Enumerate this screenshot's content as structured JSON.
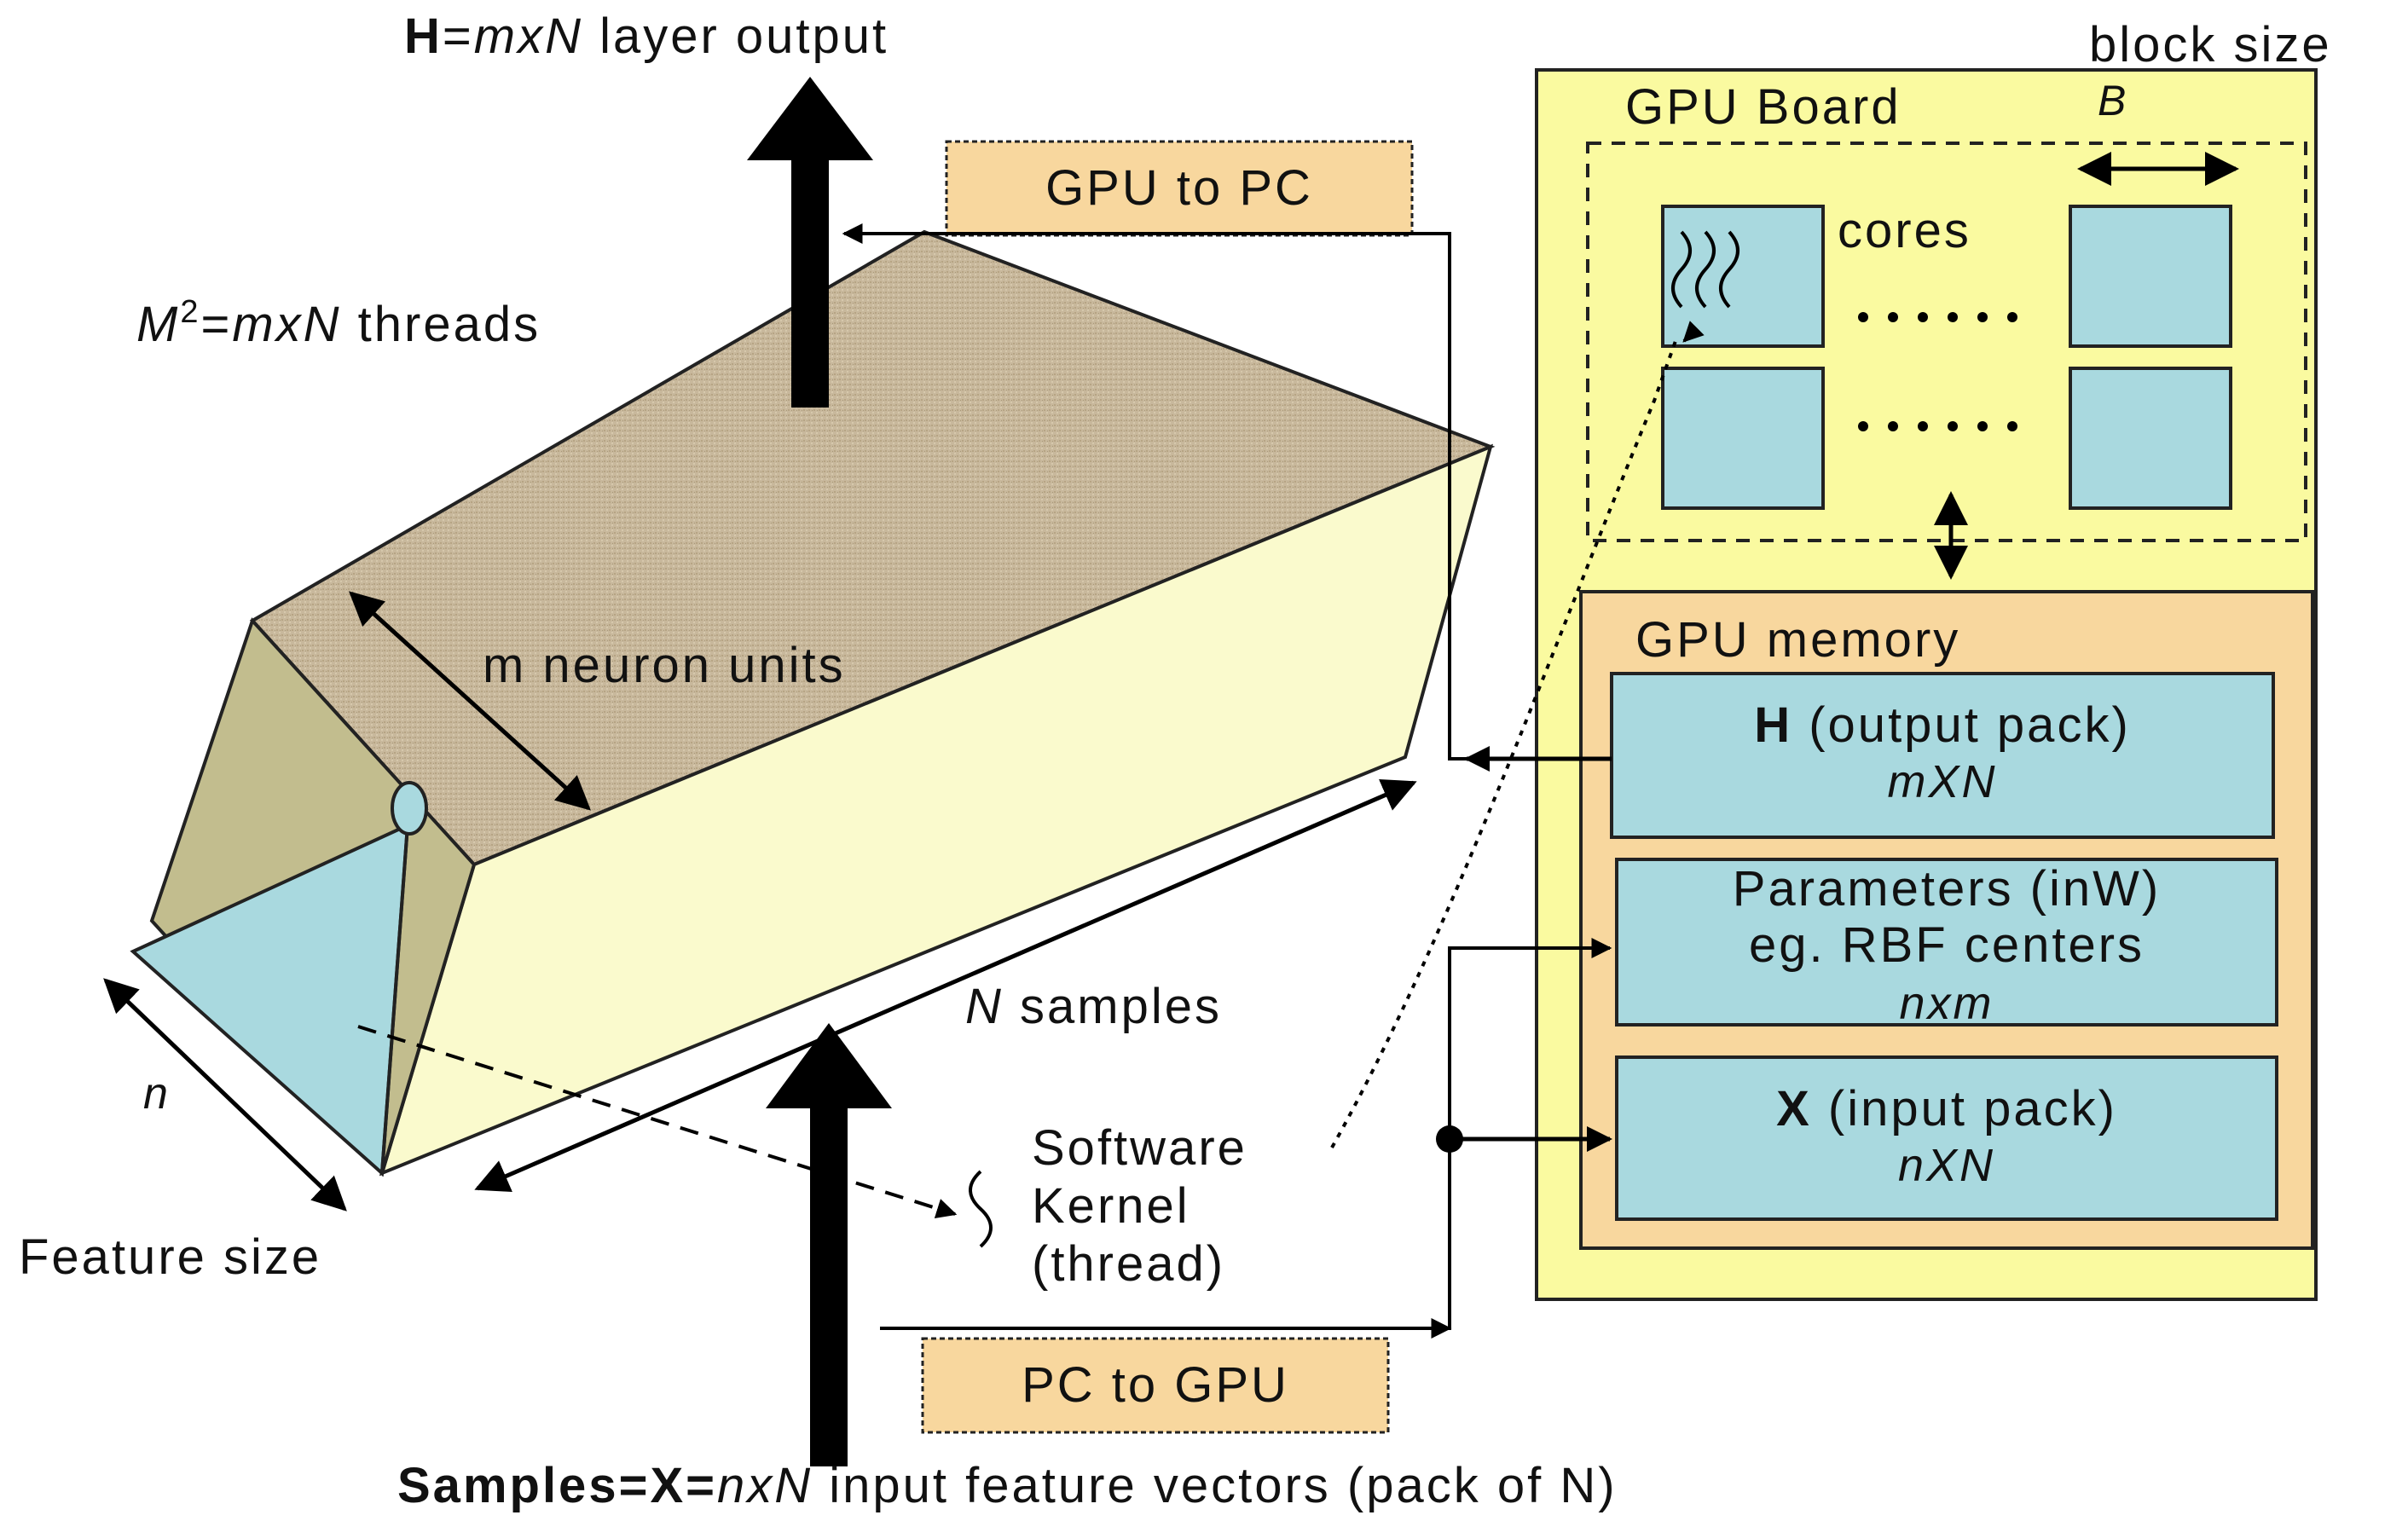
{
  "top_output": {
    "bold": "H",
    "rest": "=",
    "italic": "mxN",
    "suffix": " layer output"
  },
  "threads_label": {
    "italic_a": "M",
    "sup": "2",
    "eq": "=",
    "italic_b": "mxN",
    "suffix": " threads"
  },
  "gpu_to_pc": "GPU to PC",
  "pc_to_gpu": "PC to GPU",
  "block_size": "block size",
  "block_symbol": "B",
  "gpu_board": "GPU Board",
  "cores": "cores",
  "gpu_memory": "GPU memory",
  "memory_boxes": [
    {
      "bold": "H",
      "title": " (output pack)",
      "sub": "mXN"
    },
    {
      "bold": "",
      "title": "Parameters (inW)",
      "line2": "eg. RBF centers",
      "sub": "nxm"
    },
    {
      "bold": "X",
      "title": " (input pack)",
      "sub": "nXN"
    }
  ],
  "neuron_units": "m neuron units",
  "n_samples": {
    "italic": "N",
    "suffix": " samples"
  },
  "n_label": "n",
  "feature_size": "Feature size",
  "software_kernel": [
    "Software",
    "Kernel",
    "(thread)"
  ],
  "bottom_caption": {
    "bold": "Samples=X=",
    "italic": "nxN",
    "suffix": " input feature vectors (pack of N)"
  },
  "colors": {
    "board_fill": "#fafaa0",
    "memory_fill": "#f8d79e",
    "box_fill": "#a9d9df",
    "label_fill": "#f8d79e",
    "prism_top": "#c8b89c",
    "prism_front": "#fafacd",
    "prism_end": "#a9d9df",
    "prism_side": "#c2bd8e"
  }
}
